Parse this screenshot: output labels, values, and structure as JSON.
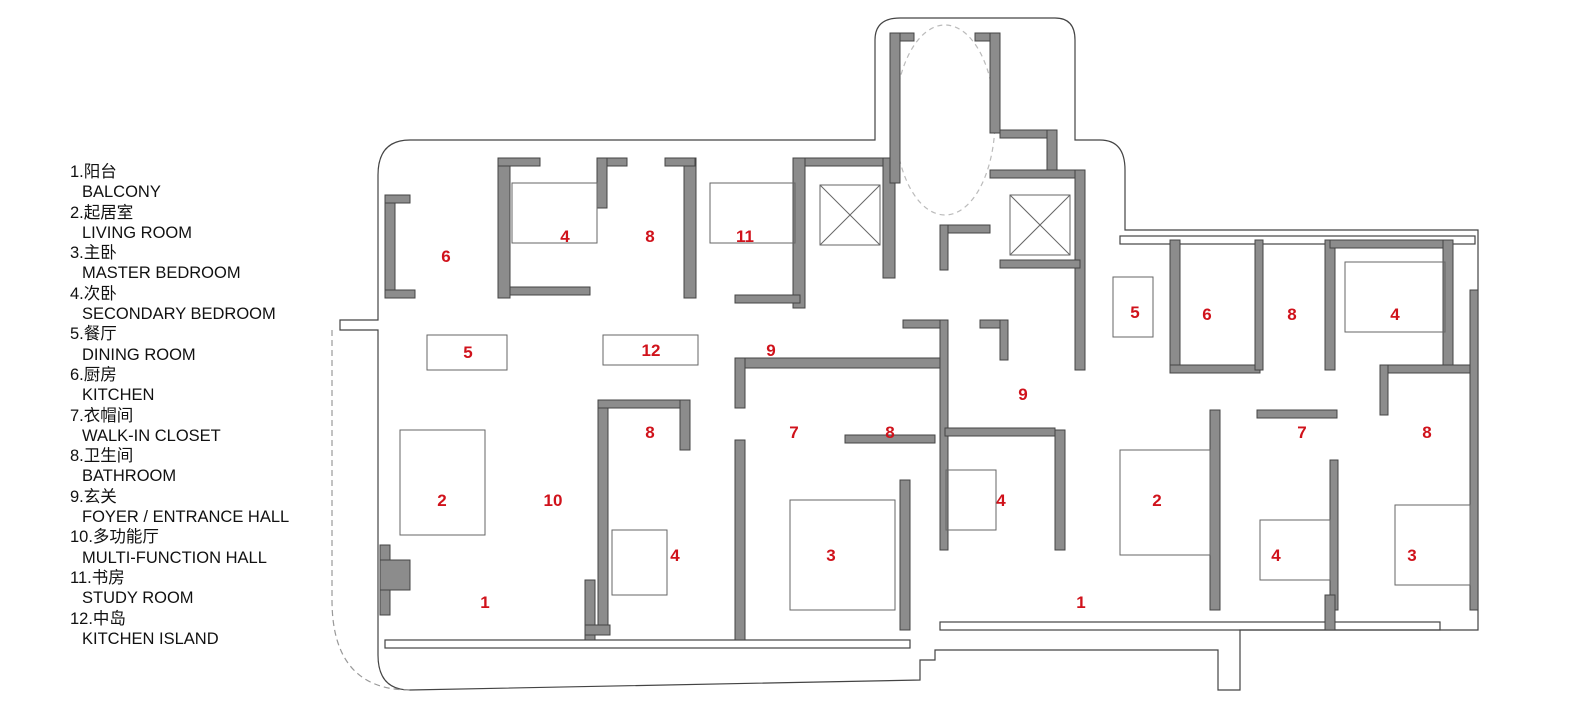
{
  "legend": [
    {
      "zh": "1.阳台",
      "en": "BALCONY"
    },
    {
      "zh": "2.起居室",
      "en": "LIVING ROOM"
    },
    {
      "zh": "3.主卧",
      "en": "MASTER BEDROOM"
    },
    {
      "zh": "4.次卧",
      "en": "SECONDARY BEDROOM"
    },
    {
      "zh": "5.餐厅",
      "en": "DINING ROOM"
    },
    {
      "zh": "6.厨房",
      "en": "KITCHEN"
    },
    {
      "zh": "7.衣帽间",
      "en": "WALK-IN CLOSET"
    },
    {
      "zh": "8.卫生间",
      "en": "BATHROOM"
    },
    {
      "zh": "9.玄关",
      "en": "FOYER / ENTRANCE HALL"
    },
    {
      "zh": "10.多功能厅",
      "en": "MULTI-FUNCTION HALL"
    },
    {
      "zh": "11.书房",
      "en": "STUDY ROOM"
    },
    {
      "zh": "12.中岛",
      "en": "KITCHEN ISLAND"
    }
  ],
  "room_labels": [
    "4",
    "8",
    "11",
    "6",
    "5",
    "12",
    "9",
    "8",
    "7",
    "8",
    "2",
    "10",
    "4",
    "3",
    "1",
    "4",
    "9",
    "5",
    "6",
    "8",
    "4",
    "7",
    "8",
    "2",
    "4",
    "3",
    "1"
  ],
  "colors": {
    "label": "#d0121b",
    "wall": "#8c8c8c",
    "line": "#555555"
  }
}
